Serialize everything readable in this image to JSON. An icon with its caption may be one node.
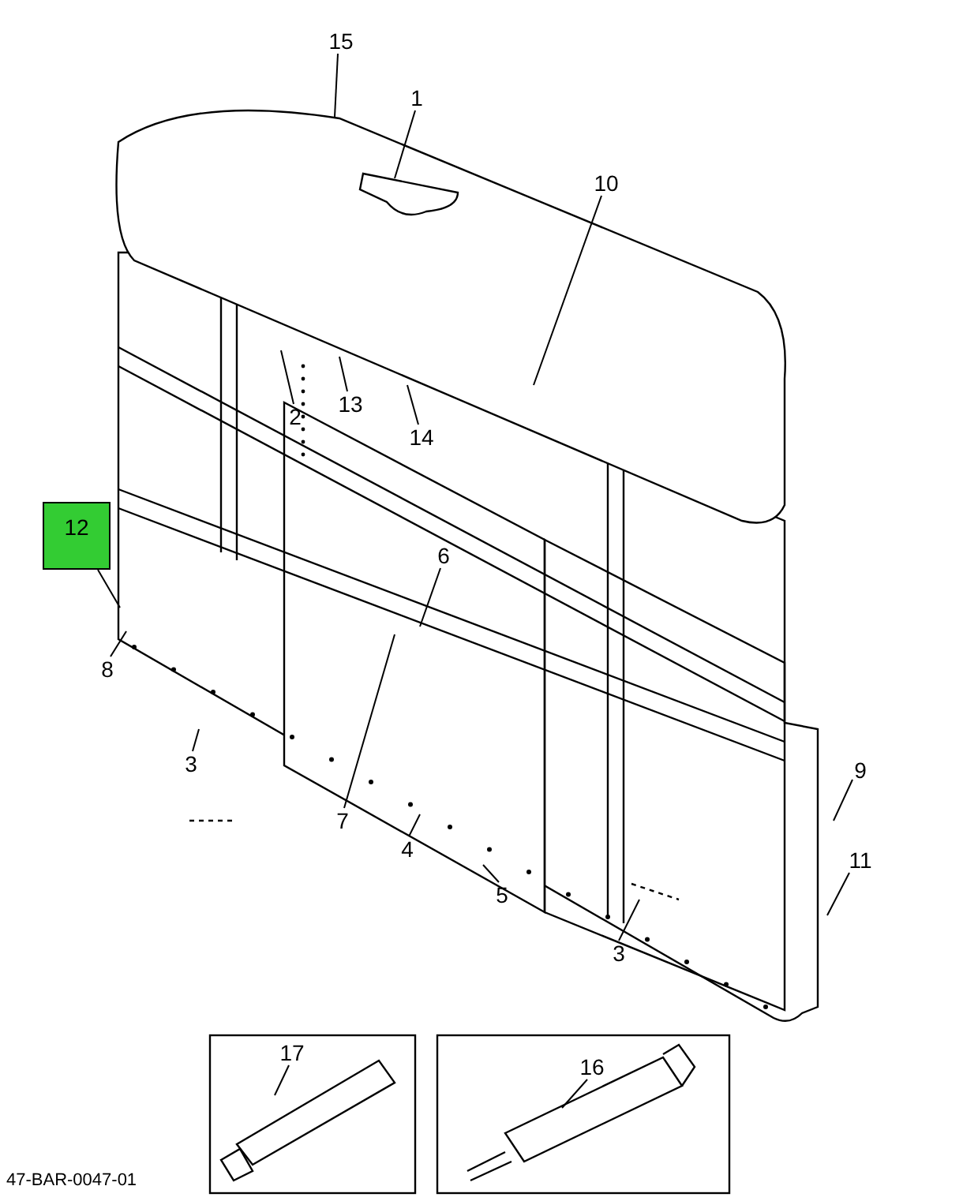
{
  "diagram": {
    "nodes": [
      {
        "text": [
          "15"
        ]
      },
      {
        "text": [
          "1"
        ]
      },
      {
        "text": [
          "10"
        ]
      },
      {
        "text": [
          "2"
        ]
      },
      {
        "text": [
          "13"
        ]
      },
      {
        "text": [
          "14"
        ]
      },
      {
        "text": [
          "12"
        ]
      },
      {
        "text": [
          "6"
        ]
      },
      {
        "text": [
          "8"
        ]
      },
      {
        "text": [
          "3"
        ]
      },
      {
        "text": [
          "7"
        ]
      },
      {
        "text": [
          "4"
        ]
      },
      {
        "text": [
          "5"
        ]
      },
      {
        "text": [
          "9"
        ]
      },
      {
        "text": [
          "11"
        ]
      },
      {
        "text": [
          "3"
        ]
      },
      {
        "text": [
          "17"
        ]
      },
      {
        "text": [
          "16"
        ]
      }
    ],
    "edges": [
      {
        "from": 0,
        "to": null,
        "arrow": "none"
      },
      {
        "from": 1,
        "to": null,
        "arrow": "none"
      },
      {
        "from": 2,
        "to": null,
        "arrow": "none"
      },
      {
        "from": 3,
        "to": null,
        "arrow": "none"
      },
      {
        "from": 4,
        "to": null,
        "arrow": "none"
      },
      {
        "from": 5,
        "to": null,
        "arrow": "none"
      },
      {
        "from": 6,
        "to": null,
        "arrow": "none"
      },
      {
        "from": 7,
        "to": null,
        "arrow": "none"
      },
      {
        "from": 8,
        "to": null,
        "arrow": "none"
      },
      {
        "from": 9,
        "to": null,
        "arrow": "none"
      },
      {
        "from": 10,
        "to": null,
        "arrow": "none"
      },
      {
        "from": 11,
        "to": null,
        "arrow": "none"
      },
      {
        "from": 12,
        "to": null,
        "arrow": "none"
      },
      {
        "from": 13,
        "to": null,
        "arrow": "none"
      },
      {
        "from": 14,
        "to": null,
        "arrow": "none"
      },
      {
        "from": 15,
        "to": null,
        "arrow": "none"
      },
      {
        "from": 16,
        "to": null,
        "arrow": "none"
      },
      {
        "from": 17,
        "to": null,
        "arrow": "none"
      }
    ],
    "labels": [
      "47-BAR-0047-01"
    ]
  }
}
